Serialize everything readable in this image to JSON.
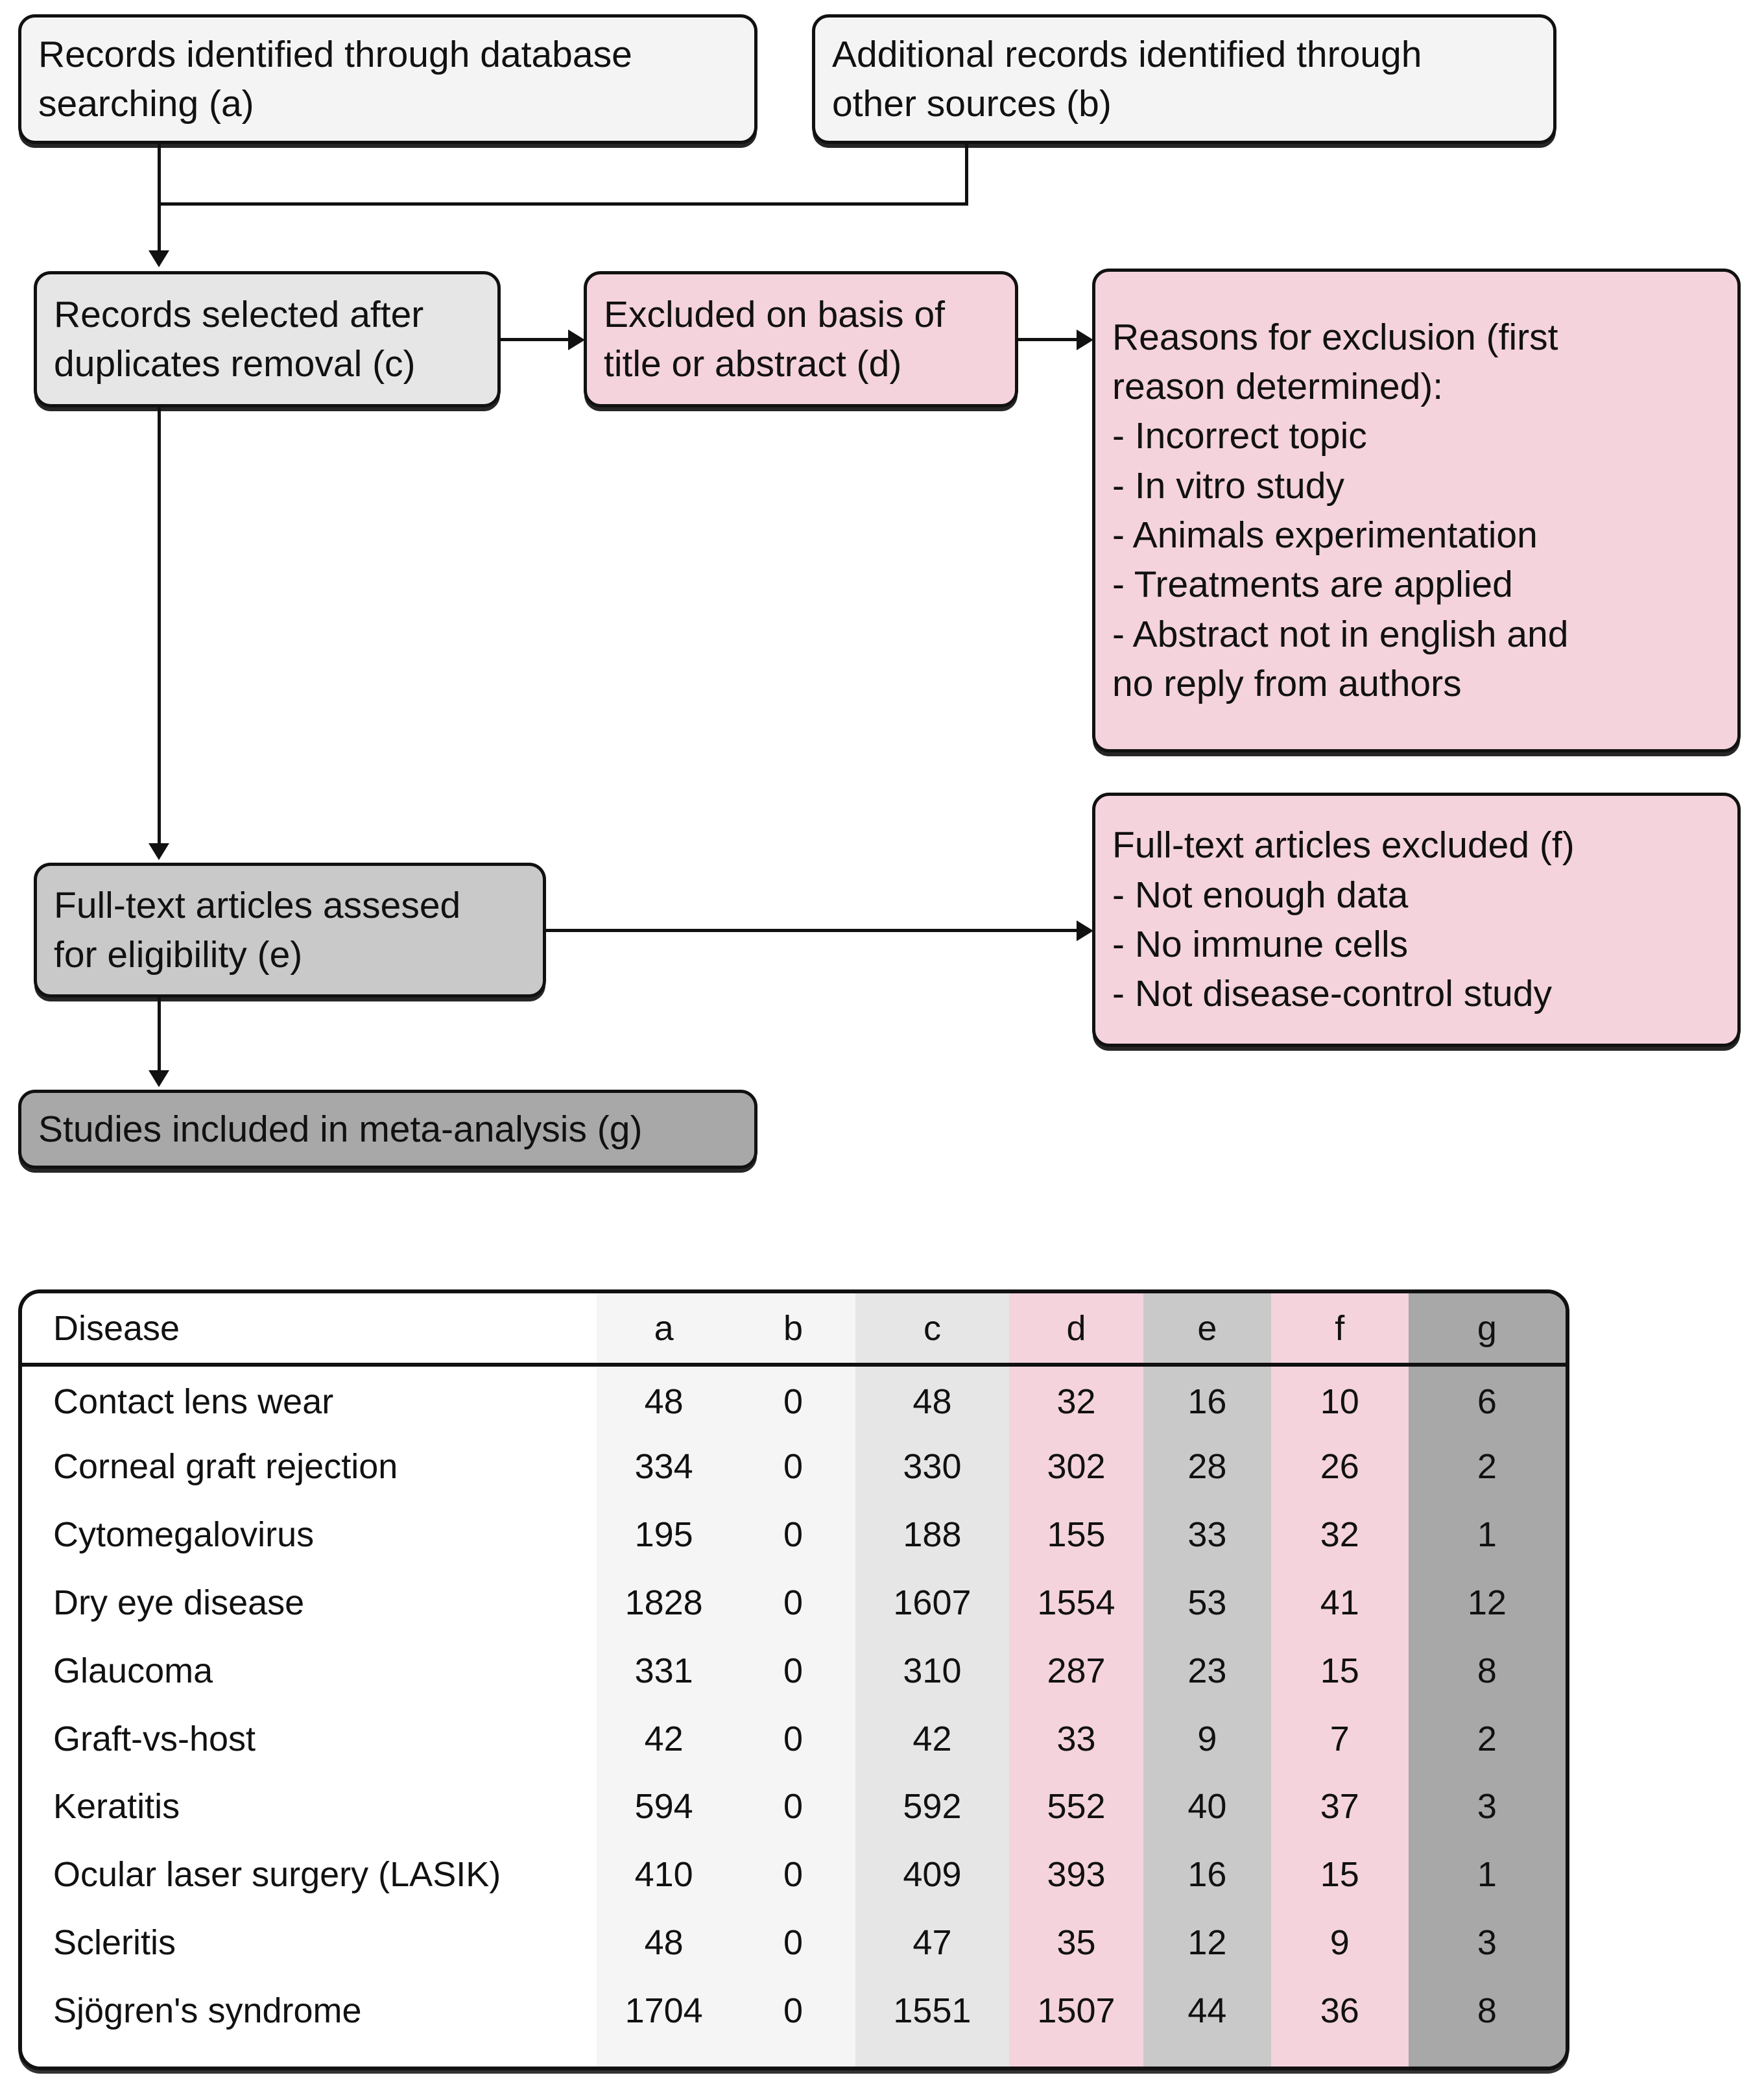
{
  "flow": {
    "nodes": [
      {
        "id": "a",
        "style": "white",
        "lines": [
          "Records identified through database",
          "searching (a)"
        ]
      },
      {
        "id": "b",
        "style": "white",
        "lines": [
          "Additional records identified through",
          "other sources (b)"
        ]
      },
      {
        "id": "c",
        "style": "lgray",
        "lines": [
          "Records selected after",
          "duplicates removal (c)"
        ]
      },
      {
        "id": "d",
        "style": "pink",
        "lines": [
          "Excluded on basis of",
          "title or abstract (d)"
        ]
      },
      {
        "id": "reasons",
        "style": "pink",
        "lines": [
          "Reasons for exclusion (first",
          "reason determined):",
          "- Incorrect topic",
          "- In vitro study",
          "- Animals experimentation",
          "- Treatments are applied",
          "- Abstract not in english and",
          "no reply from authors"
        ]
      },
      {
        "id": "e",
        "style": "mgray",
        "lines": [
          "Full-text articles assesed",
          "for eligibility (e)"
        ]
      },
      {
        "id": "f",
        "style": "pink",
        "lines": [
          "Full-text articles excluded (f)",
          "- Not enough data",
          "- No immune cells",
          "- Not disease-control study"
        ]
      },
      {
        "id": "g",
        "style": "dgray",
        "lines": [
          "Studies included in meta-analysis (g)"
        ]
      }
    ]
  },
  "chart_data": {
    "type": "table",
    "title": "PRISMA study selection counts per disease",
    "columns": [
      "Disease",
      "a",
      "b",
      "c",
      "d",
      "e",
      "f",
      "g"
    ],
    "column_colors": {
      "a": "#f5f5f5",
      "b": "#f5f5f5",
      "c": "#e6e6e6",
      "d": "#f4d3dd",
      "e": "#c9c9c9",
      "f": "#f4d3dd",
      "g": "#a8a8a8"
    },
    "rows": [
      {
        "disease": "Contact lens wear",
        "a": "48",
        "b": "0",
        "c": "48",
        "d": "32",
        "e": "16",
        "f": "10",
        "g": "6"
      },
      {
        "disease": "Corneal graft rejection",
        "a": "334",
        "b": "0",
        "c": "330",
        "d": "302",
        "e": "28",
        "f": "26",
        "g": "2"
      },
      {
        "disease": "Cytomegalovirus",
        "a": "195",
        "b": "0",
        "c": "188",
        "d": "155",
        "e": "33",
        "f": "32",
        "g": "1"
      },
      {
        "disease": "Dry eye disease",
        "a": "1828",
        "b": "0",
        "c": "1607",
        "d": "1554",
        "e": "53",
        "f": "41",
        "g": "12"
      },
      {
        "disease": "Glaucoma",
        "a": "331",
        "b": "0",
        "c": "310",
        "d": "287",
        "e": "23",
        "f": "15",
        "g": "8"
      },
      {
        "disease": "Graft-vs-host",
        "a": "42",
        "b": "0",
        "c": "42",
        "d": "33",
        "e": "9",
        "f": "7",
        "g": "2"
      },
      {
        "disease": "Keratitis",
        "a": "594",
        "b": "0",
        "c": "592",
        "d": "552",
        "e": "40",
        "f": "37",
        "g": "3"
      },
      {
        "disease": "Ocular laser surgery (LASIK)",
        "a": "410",
        "b": "0",
        "c": "409",
        "d": "393",
        "e": "16",
        "f": "15",
        "g": "1"
      },
      {
        "disease": "Scleritis",
        "a": "48",
        "b": "0",
        "c": "47",
        "d": "35",
        "e": "12",
        "f": "9",
        "g": "3"
      },
      {
        "disease": "Sjögren's syndrome",
        "a": "1704",
        "b": "0",
        "c": "1551",
        "d": "1507",
        "e": "44",
        "f": "36",
        "g": "8"
      }
    ]
  },
  "colors": {
    "pink": "#f4d3dd",
    "light_gray": "#e6e6e6",
    "mid_gray": "#c9c9c9",
    "dark_gray": "#a8a8a8",
    "outline": "#111111"
  }
}
